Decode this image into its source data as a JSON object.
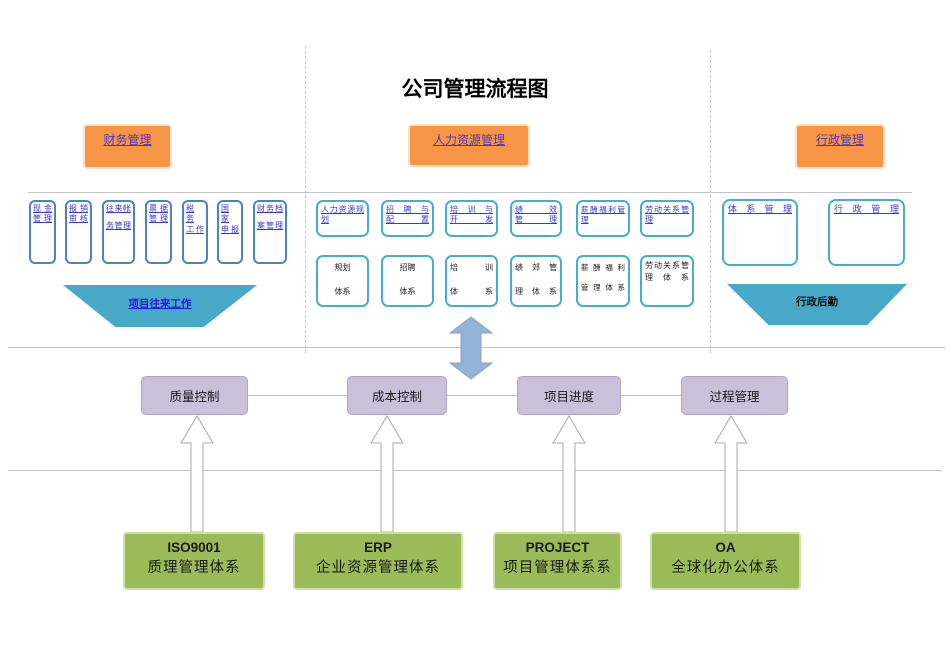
{
  "title": "公司管理流程图",
  "finance": {
    "header": "财务管理",
    "funnel": "项目往来工作",
    "boxes": [
      {
        "line1": "现 金",
        "line2": "管理"
      },
      {
        "line1": "报 销",
        "line2": "审核"
      },
      {
        "line1": "往来帐",
        "line2": "务管理"
      },
      {
        "line1": "票 据",
        "line2": "管理"
      },
      {
        "line1": "税 务",
        "line2": "工作"
      },
      {
        "line1": "国 家",
        "line2": "申报"
      },
      {
        "line1": "财务档",
        "line2": "案管理"
      }
    ]
  },
  "hr": {
    "header": "人力资源管理",
    "functions": [
      {
        "line1": "人力资源规",
        "line2": "划"
      },
      {
        "line1": "招 聘 与",
        "line2": "配 置"
      },
      {
        "line1": "培 训 与",
        "line2": "开 发"
      },
      {
        "line1": "绩 效",
        "line2": "管 理"
      },
      {
        "line1": "薪酬福利管理",
        "line2": ""
      },
      {
        "line1": "劳动关系管",
        "line2": "理"
      }
    ],
    "systems": [
      {
        "line1": "规划",
        "line2": "体系"
      },
      {
        "line1": "招聘",
        "line2": "体系"
      },
      {
        "line1": "培 训",
        "line2": "体 系"
      },
      {
        "line1": "绩 郊 管",
        "line2": "理 体 系"
      },
      {
        "line1": "薪 酬 福 利",
        "line2": "管 理 体 系"
      },
      {
        "line1": "劳动关系管",
        "line2": "理 体 系"
      }
    ]
  },
  "admin": {
    "header": "行政管理",
    "boxes": [
      "体 系 管 理",
      "行 政 管 理"
    ],
    "funnel": "行政后勤"
  },
  "controls": [
    {
      "label": "质量控制"
    },
    {
      "label": "成本控制"
    },
    {
      "label": "项目进度"
    },
    {
      "label": "过程管理"
    }
  ],
  "platforms": [
    {
      "code": "ISO9001",
      "name": "质理管理体系"
    },
    {
      "code": "ERP",
      "name": "企业资源管理体系"
    },
    {
      "code": "PROJECT",
      "name": "项目管理体系系"
    },
    {
      "code": "OA",
      "name": "全球化办公体系"
    }
  ],
  "colors": {
    "header_fill": "#F79646",
    "teal_border": "#46AEC6",
    "steel_border": "#4F81BB",
    "funnel_fill": "#48A9C6",
    "purple_fill": "#CBC0DA",
    "green_fill": "#9BBB59",
    "arrow_blue": "#95B3D7",
    "link_blue": "#3939CE"
  }
}
